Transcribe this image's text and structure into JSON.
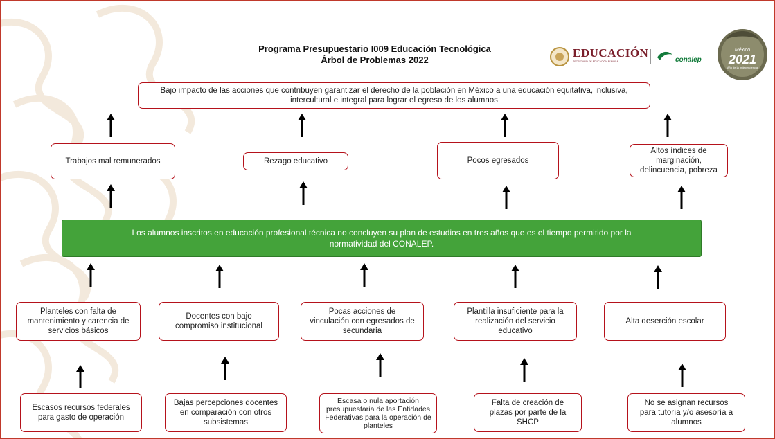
{
  "header": {
    "title_line1": "Programa Presupuestario I009 Educación Tecnológica",
    "title_line2": "Árbol de Problemas 2022"
  },
  "logos": {
    "educacion": {
      "text": "EDUCACIÓN",
      "subtext": "SECRETARÍA DE EDUCACIÓN PÚBLICA"
    },
    "conalep": {
      "text": "conalep"
    },
    "seal": {
      "line1": "México",
      "line2": "2021",
      "line3": "Año de la Independencia"
    }
  },
  "diagram": {
    "effect_top": "Bajo impacto de las acciones que contribuyen garantizar el derecho de la población en México a una educación equitativa, inclusiva, intercultural e integral para lograr el egreso de los alumnos",
    "effects": [
      "Trabajos mal remunerados",
      "Rezago educativo",
      "Pocos egresados",
      "Altos índices de marginación, delincuencia, pobreza"
    ],
    "central_problem": "Los alumnos inscritos en educación profesional técnica no concluyen su plan de estudios en tres años que es el tiempo permitido por la normatividad del CONALEP.",
    "causes": [
      "Planteles con falta de mantenimiento y carencia de servicios básicos",
      "Docentes con bajo compromiso institucional",
      "Pocas acciones de vinculación con egresados de secundaria",
      "Plantilla insuficiente para la realización del servicio educativo",
      "Alta deserción escolar"
    ],
    "root_causes": [
      "Escasos recursos federales para gasto de operación",
      "Bajas percepciones docentes en comparación con otros subsistemas",
      "Escasa o nula aportación presupuestaria de las Entidades Federativas para la operación de planteles",
      "Falta de creación de plazas por parte de la SHCP",
      "No se asignan recursos para tutoría y/o asesoría a alumnos"
    ]
  },
  "colors": {
    "box_border": "#b5121b",
    "central_fill": "#44a33a",
    "educacion_text": "#7a1f2b",
    "conalep_green": "#137b3b",
    "seal_olive": "#6b6a4f"
  },
  "icons": {
    "arrow": "arrow-up-icon"
  }
}
